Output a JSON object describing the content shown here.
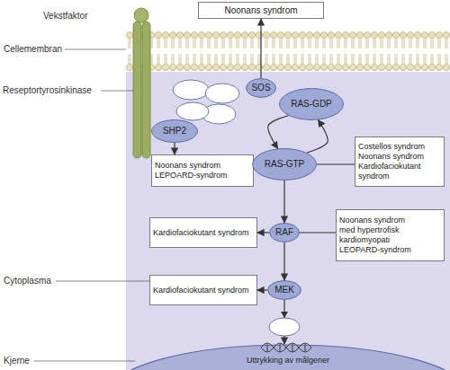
{
  "diagram": {
    "nodes": [
      {
        "text": [
          "Noonans syndrom"
        ]
      },
      {
        "text": [
          "SOS"
        ]
      },
      {
        "text": [
          "RAS-GDP"
        ]
      },
      {
        "text": [
          "SHP2"
        ]
      },
      {
        "text": [
          "Noonans syndrom",
          "LEPOARD-syndrom"
        ]
      },
      {
        "text": [
          "RAS-GTP"
        ]
      },
      {
        "text": [
          "Costellos syndrom",
          "Noonans syndrom",
          "Kardiofaciokutant syndrom"
        ]
      },
      {
        "text": [
          "Kardiofaciokutant syndrom"
        ]
      },
      {
        "text": [
          "RAF"
        ]
      },
      {
        "text": [
          "Noonans syndrom med hypertrofisk kardiomyopati",
          "LEOPARD-syndrom"
        ]
      },
      {
        "text": [
          "Kardiofaciokutant syndrom"
        ]
      },
      {
        "text": [
          "MEK"
        ]
      },
      {
        "text": [
          "Uttrykking av målgener"
        ]
      }
    ],
    "edges": [
      {
        "from": 1,
        "to": 0,
        "arrow": "to"
      },
      {
        "from": 2,
        "to": 5,
        "arrow": "to"
      },
      {
        "from": 5,
        "to": 2,
        "arrow": "to"
      },
      {
        "from": 3,
        "to": 4,
        "arrow": "to"
      },
      {
        "from": 5,
        "to": 6,
        "arrow": "none"
      },
      {
        "from": 5,
        "to": 8,
        "arrow": "to"
      },
      {
        "from": 8,
        "to": 7,
        "arrow": "to"
      },
      {
        "from": 8,
        "to": 9,
        "arrow": "none"
      },
      {
        "from": 8,
        "to": 11,
        "arrow": "to"
      },
      {
        "from": 11,
        "to": 10,
        "arrow": "to"
      },
      {
        "from": 11,
        "to": 12,
        "arrow": "to"
      }
    ],
    "labels": [
      "Vekstfaktor",
      "Cellemembran",
      "Reseptortyrosinkinase",
      "Cytoplasma",
      "Kjerne"
    ]
  }
}
